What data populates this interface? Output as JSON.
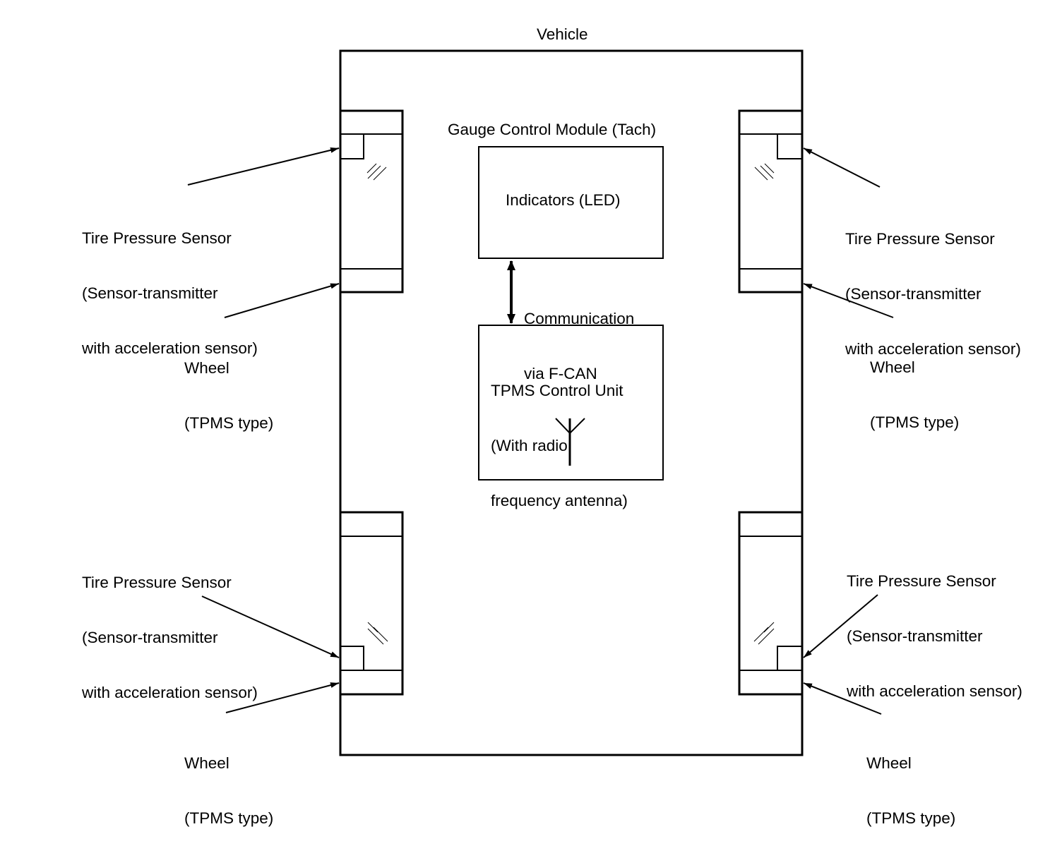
{
  "vehicle_label": "Vehicle",
  "gauge_module": {
    "title": "Gauge Control Module (Tach)",
    "indicators_label": "Indicators (LED)"
  },
  "communication": {
    "line1": "Communication",
    "line2": "via F-CAN"
  },
  "tpms_unit": {
    "line1": "TPMS Control Unit",
    "line2": "(With radio",
    "line3": "frequency antenna)"
  },
  "sensor_label": {
    "line1": "Tire Pressure Sensor",
    "line2": "(Sensor-transmitter",
    "line3": "with acceleration sensor)"
  },
  "wheel_label": {
    "line1": "Wheel",
    "line2": "(TPMS type)"
  }
}
